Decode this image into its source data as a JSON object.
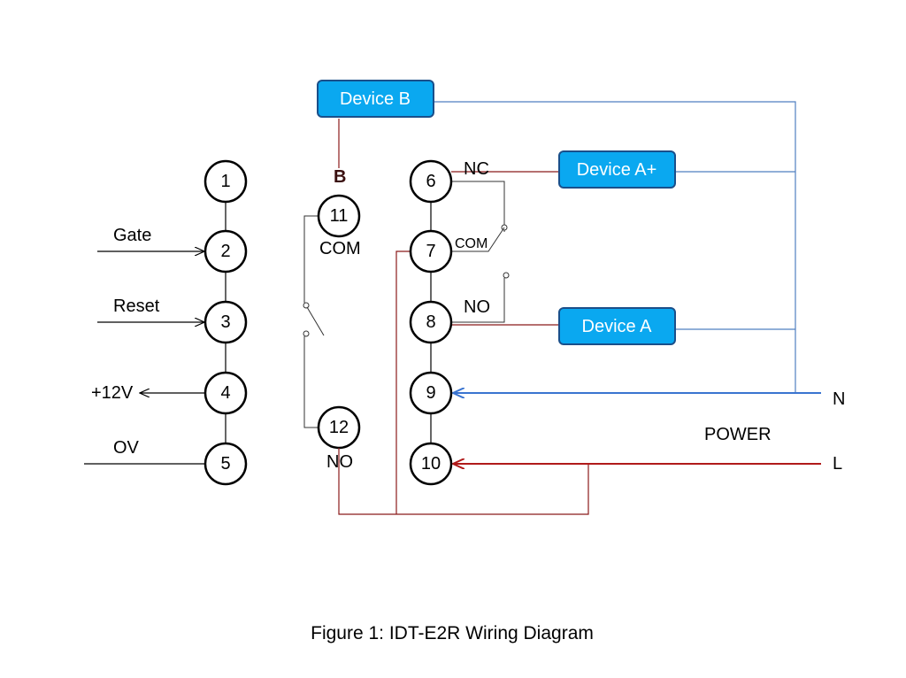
{
  "pins": {
    "p1": "1",
    "p2": "2",
    "p3": "3",
    "p4": "4",
    "p5": "5",
    "p6": "6",
    "p7": "7",
    "p8": "8",
    "p9": "9",
    "p10": "10",
    "p11": "11",
    "p12": "12"
  },
  "inputs": {
    "gate": "Gate",
    "reset": "Reset",
    "v12": "+12V",
    "ov": "OV"
  },
  "relay_b": {
    "label": "B",
    "com": "COM",
    "no": "NO"
  },
  "relay_a": {
    "nc": "NC",
    "com": "COM",
    "no": "NO"
  },
  "devices": {
    "device_b": "Device B",
    "device_a_plus": "Device A+",
    "device_a": "Device A"
  },
  "power": {
    "title": "POWER",
    "n": "N",
    "l": "L"
  },
  "caption": "Figure 1: IDT-E2R Wiring Diagram",
  "colors": {
    "device_fill": "#0aa8f0",
    "neutral_wire": "#4f7fc0",
    "live_wire": "#8b1a1a"
  }
}
